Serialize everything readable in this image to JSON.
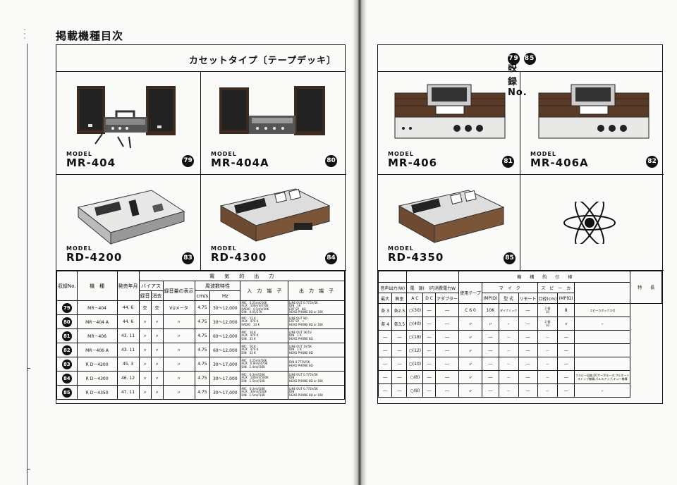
{
  "left": {
    "heading": "掲載機種目次",
    "box_title": "カセットタイプ〔テープデッキ〕",
    "models": [
      {
        "model_word": "MODEL",
        "name": "MR-404",
        "num": "79"
      },
      {
        "model_word": "MODEL",
        "name": "MR-404A",
        "num": "80"
      },
      {
        "model_word": "MODEL",
        "name": "RD-4200",
        "num": "83"
      },
      {
        "model_word": "MODEL",
        "name": "RD-4300",
        "num": "84"
      }
    ],
    "table": {
      "h_rec": "収録No.",
      "h_model": "機　種",
      "h_release": "発売年月",
      "h_elec": "電　　気　　的　　出　　力",
      "h_bias": "バイアス",
      "h_bias_rec": "録音",
      "h_bias_erase": "消去",
      "h_level": "録音量の表示",
      "h_freq": "周波数特性",
      "h_speed": "cm/s",
      "h_hz": "Hz",
      "h_input": "入　力　端　子",
      "h_output": "出　力　端　子",
      "rows": [
        {
          "no": "79",
          "model": "MR－404",
          "date": "44. 6",
          "rec": "交",
          "erase": "交",
          "level": "VUメータ",
          "speed": "4.75",
          "freq": "30～12,000",
          "input": "MIC　0.25mV/10K\nAUX　100mV/470K\nRADIO　0.5mV/20K\nDIN　0.05/27K",
          "output": "LINE OUT 0.775V/5K\nDIN　1K\nEXT SP　8Ω\nHEAD PHONE 8Ω or 16K"
        },
        {
          "no": "80",
          "model": "MR－404 A",
          "date": "44. 6",
          "rec": "〃",
          "erase": "〃",
          "level": "〃",
          "speed": "4.75",
          "freq": "30～12,000",
          "input": "MIC　15 K\nAUX　470 K\nRADIO　33 K",
          "output": "LINE OUT 8Ω\nEXT SP　〃\nHEAD PHONE 8Ω or 16K"
        },
        {
          "no": "81",
          "model": "MR－406",
          "date": "43. 11",
          "rec": "〃",
          "erase": "〃",
          "level": "〃",
          "speed": "4.75",
          "freq": "60～12,000",
          "input": "MIC　10 K\nAUX　470 K\nDIN　33 K",
          "output": "LINE OUT 1K/1V\nDIN　1 K\nHEAD PHONE 8Ω"
        },
        {
          "no": "82",
          "model": "MR－406 A",
          "date": "43. 11",
          "rec": "〃",
          "erase": "〃",
          "level": "〃",
          "speed": "4.75",
          "freq": "60～12,000",
          "input": "MIC　50 K\nAUX　470 K\nDIN　33 K",
          "output": "LINE OUT 1V/5K\nDIN　1 K\nHEAD PHONE 8Ω"
        },
        {
          "no": "83",
          "model": "R D－4200",
          "date": "45. 3",
          "rec": "〃",
          "erase": "〃",
          "level": "〃",
          "speed": "4.75",
          "freq": "30～17,000",
          "input": "MIC　0.25mV/50K\nAUX　0.9mV/470K\nDIN　1.4mV/30K",
          "output": "DIN 0.775V/5K\nHEAD PHONE 8Ω"
        },
        {
          "no": "84",
          "model": "R D－4300",
          "date": "46. 12",
          "rec": "〃",
          "erase": "〃",
          "level": "〃",
          "speed": "4.75",
          "freq": "30～17,000",
          "input": "MIC　0.3mV/20K\nAUX　100mV/500K\nDIN　1.5mV/10K",
          "output": "LINE OUT 0.775V/5K\nDIN\nHEAD PHONE 8Ω or 16K"
        },
        {
          "no": "85",
          "model": "R D－4350",
          "date": "47. 11",
          "rec": "〃",
          "erase": "〃",
          "level": "〃",
          "speed": "4.75",
          "freq": "30～17,000",
          "input": "MIC　0.3mV/20K\nAUX　30mV/500K\nDIN　1.5mV/10K",
          "output": "LINE OUT 0.775V/5K\nDIN\nHEAD PHONE 8Ω or 16K"
        }
      ]
    }
  },
  "right": {
    "box_title": "収録No. 79 〜 85",
    "box_title_prefix": "収録No.",
    "box_title_from": "79",
    "box_title_tilde": "〜",
    "box_title_to": "85",
    "models": [
      {
        "model_word": "MODEL",
        "name": "MR-406",
        "num": "81"
      },
      {
        "model_word": "MODEL",
        "name": "MR-406A",
        "num": "82"
      },
      {
        "model_word": "MODEL",
        "name": "RD-4350",
        "num": "85"
      }
    ],
    "table": {
      "h_mech": "機　　構　　的　　仕　　様",
      "h_power_out": "音声出力(W)",
      "h_max": "最大",
      "h_noclip": "無歪",
      "h_power": "電　源(　)内消費電力W",
      "h_ac": "A C",
      "h_dc": "D C",
      "h_adapter": "アダプター",
      "h_tape": "使用テープ",
      "h_mic": "マ　イ　ク",
      "h_imp": "IMP(Ω)",
      "h_type": "型 式",
      "h_remote": "リモート",
      "h_speaker": "ス　ピ　ー　カ",
      "h_diam": "口径(cm)",
      "h_spimp": "IMP(Ω)",
      "h_feature": "特　　長",
      "rows": [
        {
          "max": "各 3",
          "noclip": "各2.5",
          "ac": "○(30)",
          "dc": "―",
          "adapter": "―",
          "tape": "C 6 0",
          "mic_imp": "10K",
          "mic_type": "ダイナミック",
          "remote": "―",
          "diam": "2 個\n10",
          "sp_imp": "8",
          "feature": "スピーカボックス付"
        },
        {
          "max": "各 4",
          "noclip": "各3.5",
          "ac": "○(40)",
          "dc": "―",
          "adapter": "―",
          "tape": "〃",
          "mic_imp": "〃",
          "mic_type": "〃",
          "remote": "―",
          "diam": "2 個\n10",
          "sp_imp": "〃",
          "feature": "〃"
        },
        {
          "max": "―",
          "noclip": "―",
          "ac": "○(18)",
          "dc": "―",
          "adapter": "―",
          "tape": "〃",
          "mic_imp": "―",
          "mic_type": "―",
          "remote": "―",
          "diam": "―",
          "sp_imp": "―",
          "feature": ""
        },
        {
          "max": "―",
          "noclip": "―",
          "ac": "○(12)",
          "dc": "―",
          "adapter": "―",
          "tape": "〃",
          "mic_imp": "―",
          "mic_type": "―",
          "remote": "―",
          "diam": "―",
          "sp_imp": "―",
          "feature": ""
        },
        {
          "max": "―",
          "noclip": "―",
          "ac": "○(10)",
          "dc": "―",
          "adapter": "―",
          "tape": "〃",
          "mic_imp": "―",
          "mic_type": "―",
          "remote": "―",
          "diam": "―",
          "sp_imp": "―",
          "feature": ""
        },
        {
          "max": "―",
          "noclip": "―",
          "ac": "○(8)",
          "dc": "―",
          "adapter": "―",
          "tape": "〃",
          "mic_imp": "―",
          "mic_type": "―",
          "remote": "―",
          "diam": "―",
          "sp_imp": "―",
          "feature": "フルビー回路,DCサーボモータ,フルオート\nストップ機構,パルスアップ,キュー機構"
        },
        {
          "max": "―",
          "noclip": "―",
          "ac": "○(8)",
          "dc": "―",
          "adapter": "―",
          "tape": "〃",
          "mic_imp": "―",
          "mic_type": "―",
          "remote": "―",
          "diam": "―",
          "sp_imp": "―",
          "feature": "〃"
        }
      ]
    }
  }
}
